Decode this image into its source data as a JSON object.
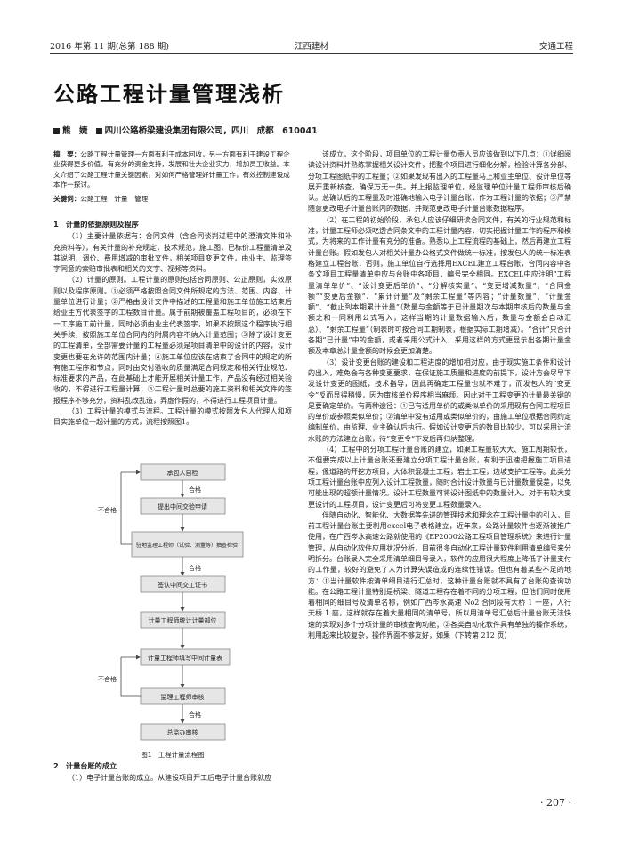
{
  "header": {
    "left": "2016 年第 11 期(总第 188 期)",
    "center": "江西建材",
    "right": "交通工程"
  },
  "title": "公路工程计量管理浅析",
  "author": {
    "name": "熊　婕",
    "affiliation": "四川公路桥梁建设集团有限公司，四川　成都　610041"
  },
  "abstract": {
    "label": "摘　要：",
    "text": "公路工程计量管理一方面有利于成本回收，另一方面有利于建设工程企业获得更多价值，有充分的资金支持，发展和壮大企业实力，增加员工收益。本文介绍了公路工程计量关键因素，对如何严格管理好计量工作，有效控制建设成本作一探讨。"
  },
  "keywords": {
    "label": "关键词：",
    "text": "公路工程　计量　管理"
  },
  "left_column": {
    "h1": "1　计量的依据原则及程序",
    "p1": "（1）主要计量依据有：合同文件（含合同谈判过程中的澄清文件和补充资料等），有关计量的补充规定，技术规范，施工图，已标价工程量清单及其说明，调价、费用增减的审批文件，相关项目变更文件，由业主、监理签字同意的索赔审批表和相关的文字、视频等资料。",
    "p2": "（2）计量的原则。工程计量的原则包括合同原则、公正原则，实效原则以及程序原则。①必须严格按照合同文件所规定的方法、范围、内容、计量单位进行计量；②严格由设计文件中描述的工程量和施工单位施工结束后给业主方代表签字的工程数目计量。属于前期被覆盖工程项目的，必须在下一工序施工前计量，同时必须由业主代表签字，如果不按照这个程序执行相关手续，按照施工单位合同内的附属内容不纳入计量范围；③除了设计变更的工程清单，全部需要计量的工程量必须是项目清单中的设计的内容，设计变更也要在允许的范围内计量；④施工单位应该在结束了合同中的规定的所有施工程序和节点，同时由交付验收的质量满足合同规定和相关行业规范、标准要求的产品，在此基础上才能开展相关计量工作，产品没有经过相关验收的，不得进行工程量计算；⑤工程计量时总要的施工资料和相关文件的签报程序不够充分，资料乱改乱造，弄虚作假的，不得进行工程项目计量。",
    "p3": "（3）工程计量的模式与流程。工程计量的模式按照发包人代理人和项目实施单位一起计量的方式，流程按照图1。",
    "figure_caption": "图1　工程计量流程图",
    "h2": "2　计量台账的成立",
    "p4": "（1）电子计量台账的成立。从建设项目开工后电子计量台账就应"
  },
  "flowchart": {
    "steps": [
      "承包人自检",
      "提出中间交验申请",
      "驻地监理工程师（试验、测量等）抽查检验",
      "签认中间交工证书",
      "计量工程师统计计量部位",
      "计量工程师填写中间计量表",
      "监理工程师审核",
      "总监办审核"
    ],
    "pass_label": "合格",
    "fail_label": "不合格"
  },
  "right_column": {
    "p1": "该成立，这个阶段，项目单位的工程计量负责人员应该做到以下几点：①详细阅读设计资料并熟练掌握相关设计文件，把整个项目进行细化分解，检验计算各分部、分项工程图纸中的工程量；②如果发现有出入的工程量马上和业主单位、设计单位等展开重新核查，确保万无一失。并上报监理单位，经监理单位计量工程师审核后确认。总确认后的工程量及时准确地输入电子计量台账，作为工程计量的依据；③严禁随意更改电子计量台账内的数据，并规范更改电子计量台账数据程序。",
    "p2": "（2）在工程的初始阶段，承包人应该仔细研读合同文件，有关的行业规范和标准，计量工程师必须吃透合同条文中的工程计量内容，切实把握计量工作的程序和模式，为将来的工作计量有充分的准备。熟悉以上工程流程的基础上，然后再建立工程计量台账。假如发包人对相关计量办公格式文件做统一标准，按发包人的统一标准表格建立工程台账，否则，施工单位自行选择用EXCEL建立工程台账，合同内容中各条文项目工程量清单中应与台账中各项目，编号完全相同。EXCEL中应注明“工程量清单单价”、“设计变更后单价”、“分解核实量”、“变更增减数量”、“合同金额”“变更后金额”、“累计计量”及“剩余工程量”等内容；“计量数量”、“计量金额”、“截止到本期累计计量”（数量与金额等于已计量期次与本期审核后的数量与金额之和一同利用公式写入，这样当期的计量数据输入后，数量与金额会自动汇总）、“剩余工程量”（制表时可按合同工期制表，根据实际工期增减）。“合计”只合计各期“已计量”中的金额，或者采用公式计入，采用这样的方式更显示出各期计量金额及本章总计量金额的时候会更加清楚。",
    "p3": "（3）设计变更台账的建设和工程进度的增加相对应，由于现实施工条件和设计的出入，难免会有各种变更要求，在保证施工质量和进度的前提下，设计方会尽早下发设计变更的图纸，技术指导，因此再确定工程量也就不难了，而发包人的“变更令”反而显得稍慢，因为审核单价程序相当麻烦。因此对于工程变更的计量最关键的是要确定单价。有两种途径：①已有适用单价的或类似单价的采用现有合同工程项目的单价或参照类似单价；②清单中没有适用或类似单价的，由施工单位根据合同约定编制单价，由监理、业主确认后执行。假如设计变更后的数目比较少，可以采用计流水账的方法建立台账，待“变更令”下发后再归纳整理。",
    "p4": "（4）工程中的分项工程计量台账的建立，如果工程量较大大、施工周期较长，不但要完成以上计量台账还要建立分项工程计量台账，有利于迅速把握施工项目进程，像道路的开挖方项目，大体积混凝土工程，岩土工程，边坡支护工程等。此类分项工程计量台账中应列入设计工程数量，随时合计设计数量与已计量数量误差，以免可能出现的超额计量情况。设计工程数量可将设计图纸中的数量计入，对于有较大变更设计的工程项目，设计变更后可将变更工程数量录入。",
    "p5": "伴随自动化、智能化、大数据等先进的管理技术和理念在工程计量中的引入，目前工程计量台账主要利用exeel电子表格建立，近年来，公路计量软件也逐渐被推广使用，在广西岑水高速公路就使用的《EP2000公路工程项目管理系统》来进行计量管理，从自动化软件应用状况分析，目前很多自动化工程计量软件利用清单编号来分明拆分。台账录入完全采用清单细目号录入，软件的应用很大程度上降低了计量支付的工作量，较好的避免了人为计算失误造成的连续性错误。但也有着某些不足的地方：①当计量软件按清单细目进行汇总时，这种计量台账就不具有了台账的查询功能。在公路工程计量特别是桥梁、隧道工程存在着不同的分项工程，但他们同时使用着相同的细目号及清单名称，例如广西岑水高速 No2 合同段有大桥 1 一座，人行天桥 1 座，这样就存在着大量相同的清单号，所以用清单号汇总后计量台账无法快速的实现对多个分项计量的审核查询功能；②各类自动化软件具有单独的操作系统，利用起来比较复杂，操作界面不够友好，如果（下转第 212 页）"
  },
  "page_number": "· 207 ·"
}
